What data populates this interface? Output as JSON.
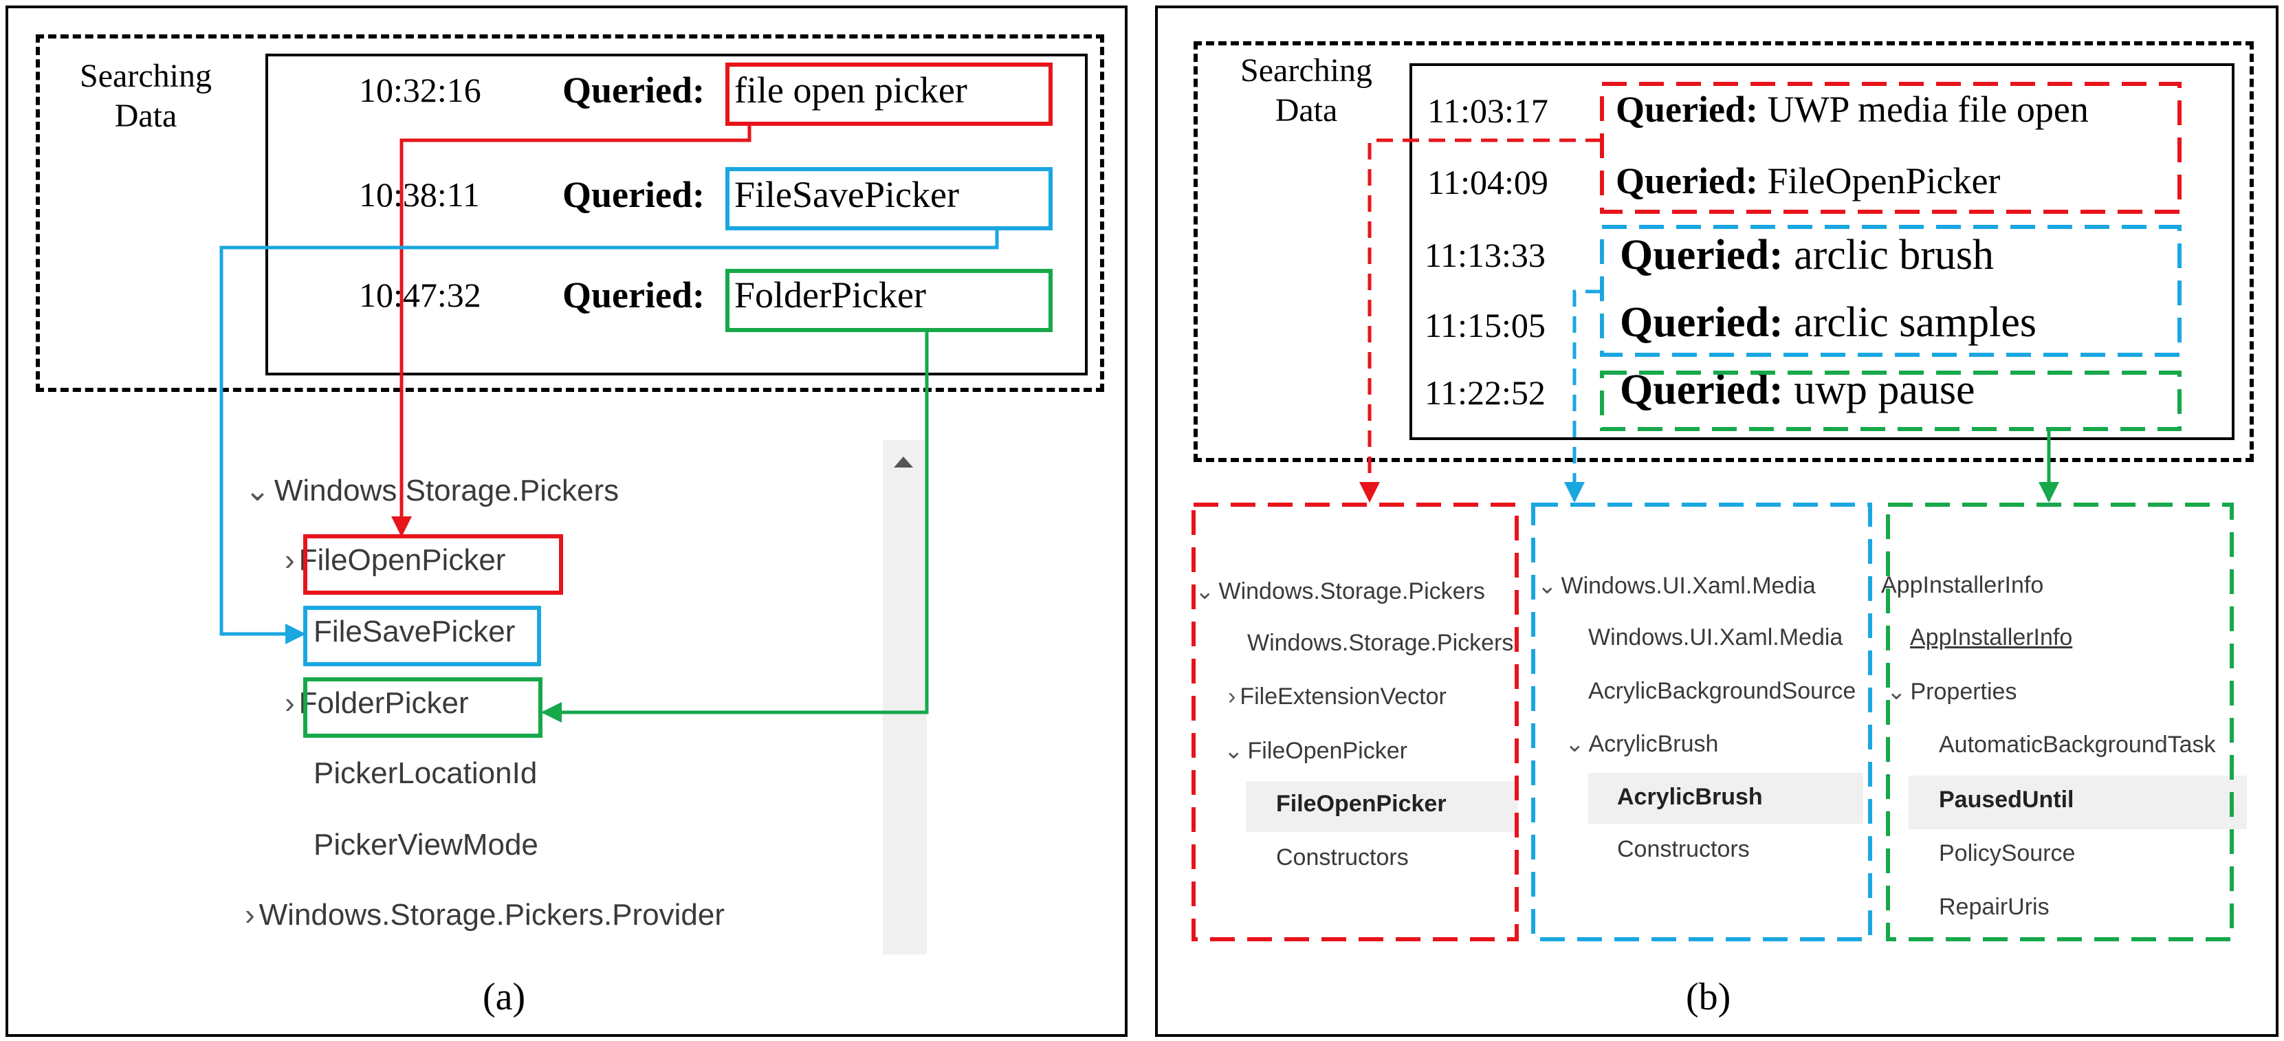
{
  "colors": {
    "red": "#e8141b",
    "blue": "#1aa7e1",
    "green": "#16a84a",
    "black": "#000000",
    "tree_text": "#3a3a3a",
    "selected_bg": "#f0f0f0",
    "scrollbar": "#f0f0f0"
  },
  "panel_a": {
    "searching_label_line1": "Searching",
    "searching_label_line2": "Data",
    "queried_prefix": "Queried:",
    "queries": [
      {
        "time": "10:32:16",
        "query": "file open picker",
        "color": "red"
      },
      {
        "time": "10:38:11",
        "query": "FileSavePicker",
        "color": "blue"
      },
      {
        "time": "10:47:32",
        "query": "FolderPicker",
        "color": "green"
      }
    ],
    "tree": {
      "root": "Windows.Storage.Pickers",
      "items": [
        "FileOpenPicker",
        "FileSavePicker",
        "FolderPicker",
        "PickerLocationId",
        "PickerViewMode"
      ],
      "provider": "Windows.Storage.Pickers.Provider"
    },
    "scroll_up_icon": "triangle-up",
    "caption": "(a)"
  },
  "panel_b": {
    "searching_label_line1": "Searching",
    "searching_label_line2": "Data",
    "queried_prefix": "Queried:",
    "queries": [
      {
        "time": "11:03:17",
        "query": "UWP media file open",
        "color": "red"
      },
      {
        "time": "11:04:09",
        "query": "FileOpenPicker",
        "color": "red"
      },
      {
        "time": "11:13:33",
        "query": "arclic brush",
        "color": "blue"
      },
      {
        "time": "11:15:05",
        "query": "arclic samples",
        "color": "blue"
      },
      {
        "time": "11:22:52",
        "query": "uwp pause",
        "color": "green"
      }
    ],
    "red_tree": [
      "Windows.Storage.Pickers",
      "Windows.Storage.Pickers",
      "FileExtensionVector",
      "FileOpenPicker",
      "FileOpenPicker",
      "Constructors"
    ],
    "blue_tree": [
      "Windows.UI.Xaml.Media",
      "Windows.UI.Xaml.Media",
      "AcrylicBackgroundSource",
      "AcrylicBrush",
      "AcrylicBrush",
      "Constructors"
    ],
    "green_tree": [
      "AppInstallerInfo",
      "AppInstallerInfo",
      "Properties",
      "AutomaticBackgroundTask",
      "PausedUntil",
      "PolicySource",
      "RepairUris"
    ],
    "caption": "(b)"
  }
}
